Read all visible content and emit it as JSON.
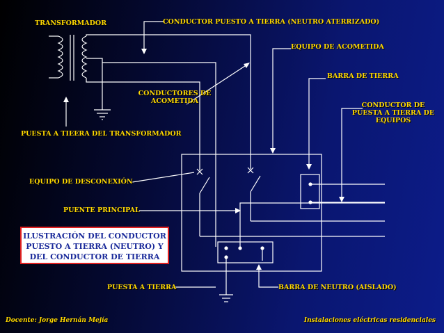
{
  "labels": {
    "transformador": "TRANSFORMADOR",
    "conductor_puesto_tierra": "CONDUCTOR PUESTO A TIERRA (NEUTRO ATERRIZADO)",
    "equipo_acometida": "EQUIPO DE ACOMETIDA",
    "barra_tierra": "BARRA DE TIERRA",
    "conductores_acometida_1": "CONDUCTORES DE",
    "conductores_acometida_2": "ACOMETIDA",
    "conductor_puesta_tierra_equipos_1": "CONDUCTOR DE",
    "conductor_puesta_tierra_equipos_2": "PUESTA A TIERRA DE",
    "conductor_puesta_tierra_equipos_3": "EQUIPOS",
    "puesta_tierra_transformador": "PUESTA A TIEERA DEL TRANSFORMADOR",
    "equipo_desconexion": "EQUIPO DE DESCONEXIÓN",
    "puente_principal": "PUENTE PRINCIPAL",
    "puesta_tierra": "PUESTA A TIERRA",
    "barra_neutro": "BARRA DE NEUTRO (AISLADO)"
  },
  "title_box": {
    "line1": "ILUSTRACIÓN DEL CONDUCTOR",
    "line2": "PUESTO A TIERRA (NEUTRO)  Y",
    "line3": "DEL CONDUCTOR DE TIERRA"
  },
  "footer": {
    "left": "Docente: Jorge Hernán Mejía",
    "right": "Instalaciones eléctricas residenciales"
  },
  "colors": {
    "line": "#ffffff",
    "label": "#ffd800",
    "box_border": "#e02020",
    "box_text": "#1a2a9a"
  }
}
